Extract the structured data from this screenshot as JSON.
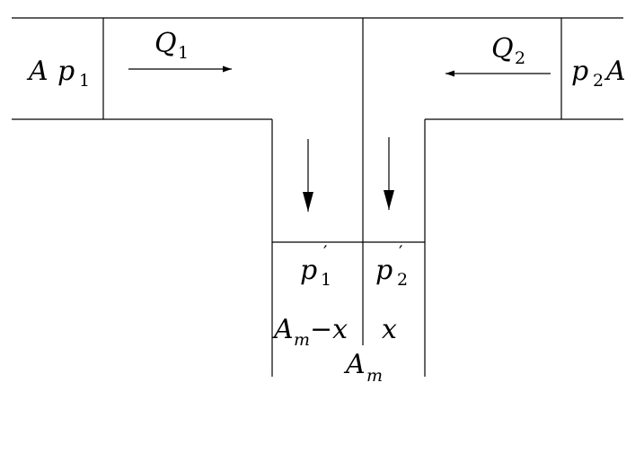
{
  "labels": {
    "a_left": "A",
    "p_left": "p",
    "p_left_sub": "1",
    "q1": "Q",
    "q1_sub": "1",
    "q2": "Q",
    "q2_sub": "2",
    "p_right": "p",
    "p_right_sub": "2",
    "a_right": "A",
    "p1_prime": "p",
    "p1_prime_mark": "′",
    "p1_prime_sub": "1",
    "p2_prime": "p",
    "p2_prime_mark": "′",
    "p2_prime_sub": "2",
    "am_minus_x_a": "A",
    "am_minus_x_sub": "m",
    "am_minus_x_rest": "−x",
    "x_label": "x",
    "am_a": "A",
    "am_sub": "m"
  }
}
